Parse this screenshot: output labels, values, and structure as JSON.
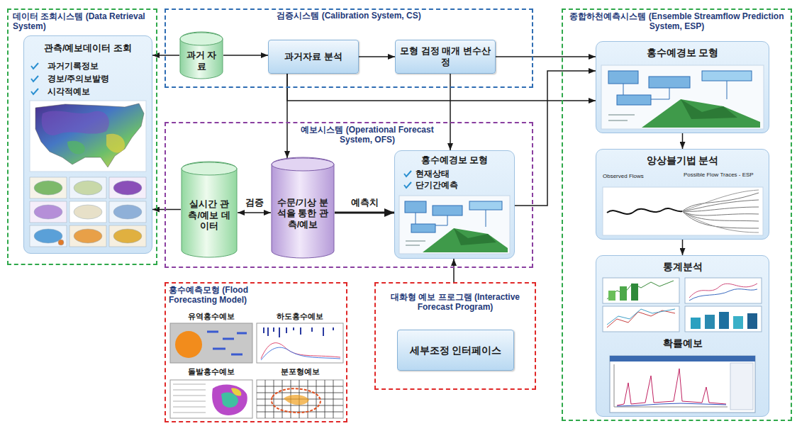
{
  "diagram": {
    "nodes": [
      {
        "text": [
          "데이터 조회시스템 (Data Retrieval System)"
        ]
      },
      {
        "text": [
          "관측/예보데이터 조회",
          "과거기록정보",
          "경보/주의보발령",
          "시각적예보"
        ],
        "in": 0
      },
      {
        "text": [
          "검증시스템 (Calibration System, CS)"
        ]
      },
      {
        "text": [
          "과거 자료"
        ],
        "in": 2
      },
      {
        "text": [
          "과거자료 분석"
        ],
        "in": 2
      },
      {
        "text": [
          "모형 검정 매개 변수산정"
        ],
        "in": 2
      },
      {
        "text": [
          "예보시스템 (Operational Forecast System, OFS)"
        ]
      },
      {
        "text": [
          "실시간 관측/예보 데이터"
        ],
        "in": 6
      },
      {
        "text": [
          "수문/기상 분석을 통한 관측/예보"
        ],
        "in": 6
      },
      {
        "text": [
          "홍수예경보 모형",
          "현재상태",
          "단기간예측"
        ],
        "in": 6
      },
      {
        "text": [
          "종합하천예측시스템 (Ensemble Streamflow Prediction System, ESP)"
        ]
      },
      {
        "text": [
          "홍수예경보 모형"
        ],
        "in": 10
      },
      {
        "text": [
          "앙상블기법 분석",
          "Observed Flows",
          "Possible Flow Traces - ESP"
        ],
        "in": 10
      },
      {
        "text": [
          "통계분석",
          "확률예보"
        ],
        "in": 10
      },
      {
        "text": [
          "홍수예측모형 (Flood Forecasting Model)",
          "유역홍수예보",
          "하도홍수예보",
          "돌발홍수예보",
          "분포형예보"
        ]
      },
      {
        "text": [
          "대화형 예보 프로그램 (Interactive Forecast Program)"
        ]
      },
      {
        "text": [
          "세부조정 인터페이스"
        ],
        "in": 15
      }
    ],
    "edges": [
      {
        "from": 3,
        "to": 1,
        "arrow": "to"
      },
      {
        "from": 3,
        "to": 4,
        "arrow": "to"
      },
      {
        "from": 4,
        "to": 5,
        "arrow": "to"
      },
      {
        "from": 5,
        "to": 11,
        "arrow": "to"
      },
      {
        "from": 4,
        "to": 11,
        "arrow": "to"
      },
      {
        "from": 4,
        "to": 8,
        "arrow": "to"
      },
      {
        "from": 5,
        "to": 9,
        "arrow": "to"
      },
      {
        "from": 7,
        "to": 1,
        "arrow": "to"
      },
      {
        "from": 7,
        "to": 8,
        "label": "검증",
        "arrow": "both"
      },
      {
        "from": 8,
        "to": 9,
        "label": "예측치",
        "arrow": "to"
      },
      {
        "from": 9,
        "to": 11,
        "arrow": "to"
      },
      {
        "from": 15,
        "to": 9,
        "arrow": "to"
      },
      {
        "from": 11,
        "to": 12,
        "arrow": "to"
      },
      {
        "from": 12,
        "to": 13,
        "arrow": "to"
      }
    ]
  }
}
